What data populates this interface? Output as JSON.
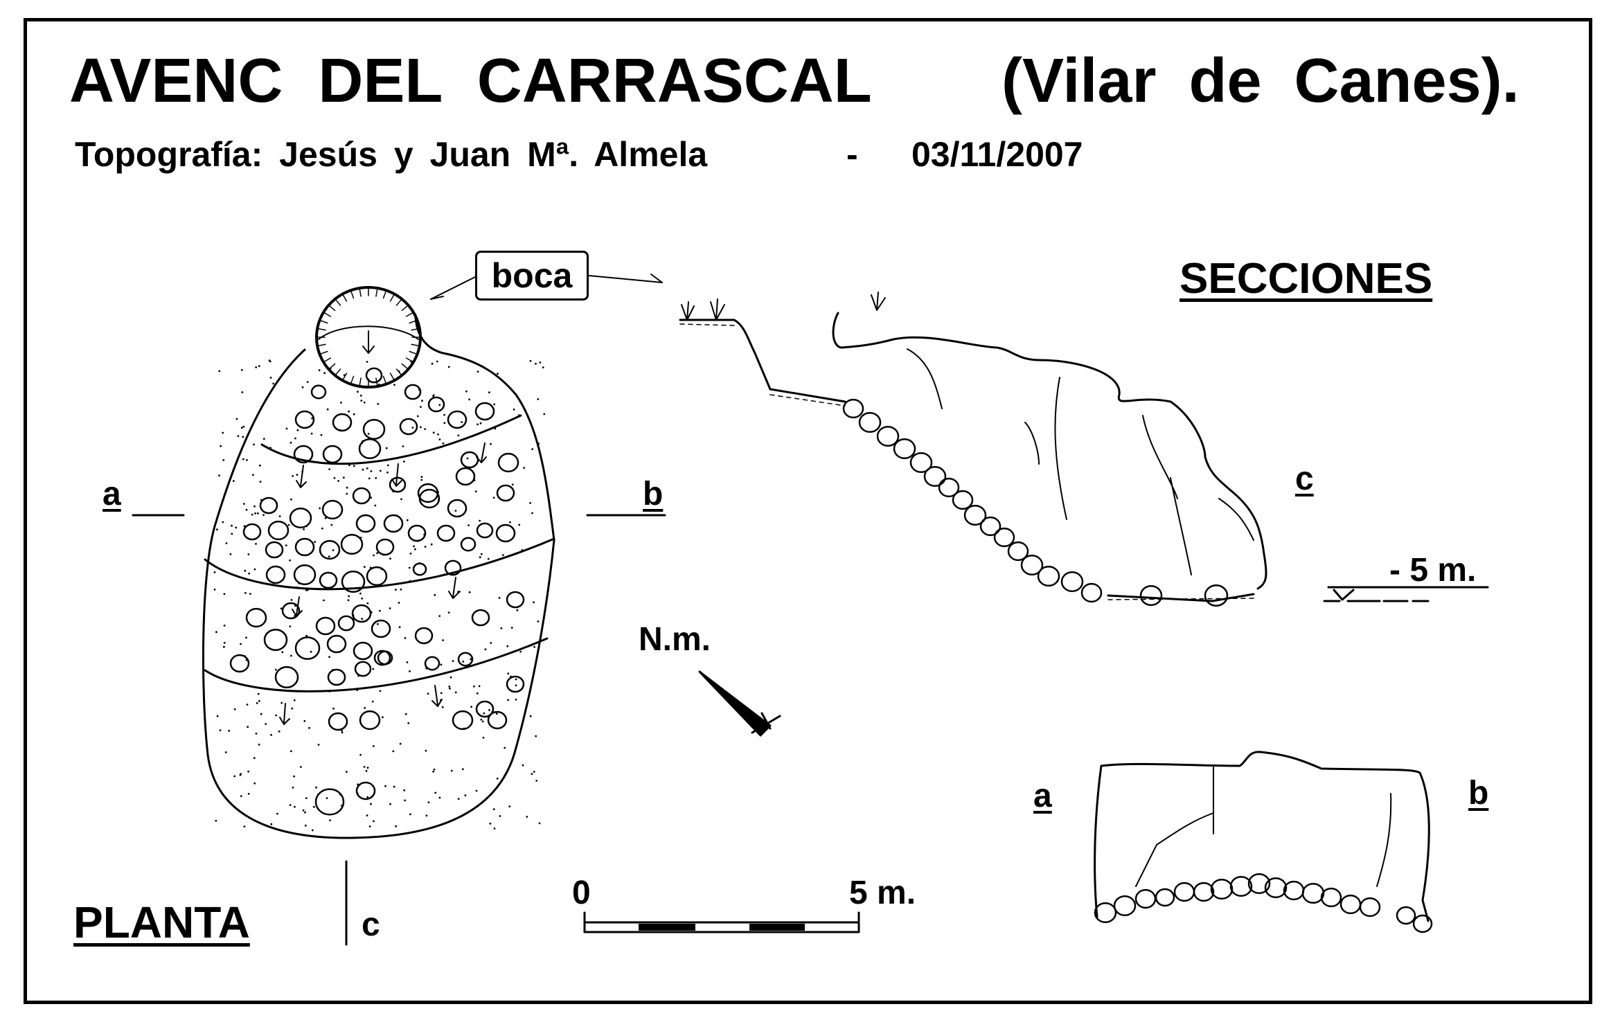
{
  "title": {
    "cave": "AVENC DEL CARRASCAL",
    "place": "(Vilar de Canes)."
  },
  "credit": {
    "authors": "Topografía: Jesús y Juan Mª. Almela",
    "separator": "-",
    "date": "03/11/2007"
  },
  "labels": {
    "entrance": "boca",
    "sections_title": "SECCIONES",
    "plan_title": "PLANTA",
    "north": "N.m.",
    "section_a": "a",
    "section_b": "b",
    "section_c": "c",
    "depth": "- 5 m."
  },
  "scale_bar": {
    "start_label": "0",
    "end_label": "5 m.",
    "segments": 5
  },
  "colors": {
    "ink": "#000000",
    "background": "#ffffff"
  }
}
